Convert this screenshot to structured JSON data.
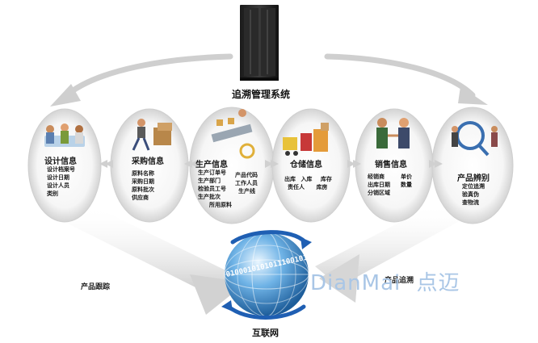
{
  "system": {
    "title": "追溯管理系统"
  },
  "network": {
    "title": "互联网",
    "binary": "01000101010111001011"
  },
  "flows": {
    "left": "产品跟踪",
    "right": "产品追溯"
  },
  "watermark": {
    "latin": "DianMai",
    "cn": "点迈"
  },
  "nodes": [
    {
      "title": "设计信息",
      "items": [
        "设计档案号",
        "设计日期",
        "设计人员",
        "类别"
      ]
    },
    {
      "title": "采购信息",
      "items": [
        "原料名称",
        "采购日期",
        "原料批次",
        "供应商"
      ]
    },
    {
      "title": "生产信息",
      "items_left": [
        "生产订单号",
        "生产部门",
        "检验员工号",
        "生产批次",
        "所用原料"
      ],
      "items_right": [
        "产品代码",
        "工作人员",
        "生产线"
      ]
    },
    {
      "title": "仓储信息",
      "items_top": [
        "出库",
        "入库",
        "库存"
      ],
      "items_bottom": [
        "责任人",
        "库房"
      ]
    },
    {
      "title": "销售信息",
      "items_left": [
        "经销商",
        "出库日期",
        "分销区域"
      ],
      "items_right": [
        "单价",
        "数量"
      ]
    },
    {
      "title": "产品辨别",
      "items": [
        "定位追溯",
        "验真伪",
        "查物流"
      ]
    }
  ]
}
